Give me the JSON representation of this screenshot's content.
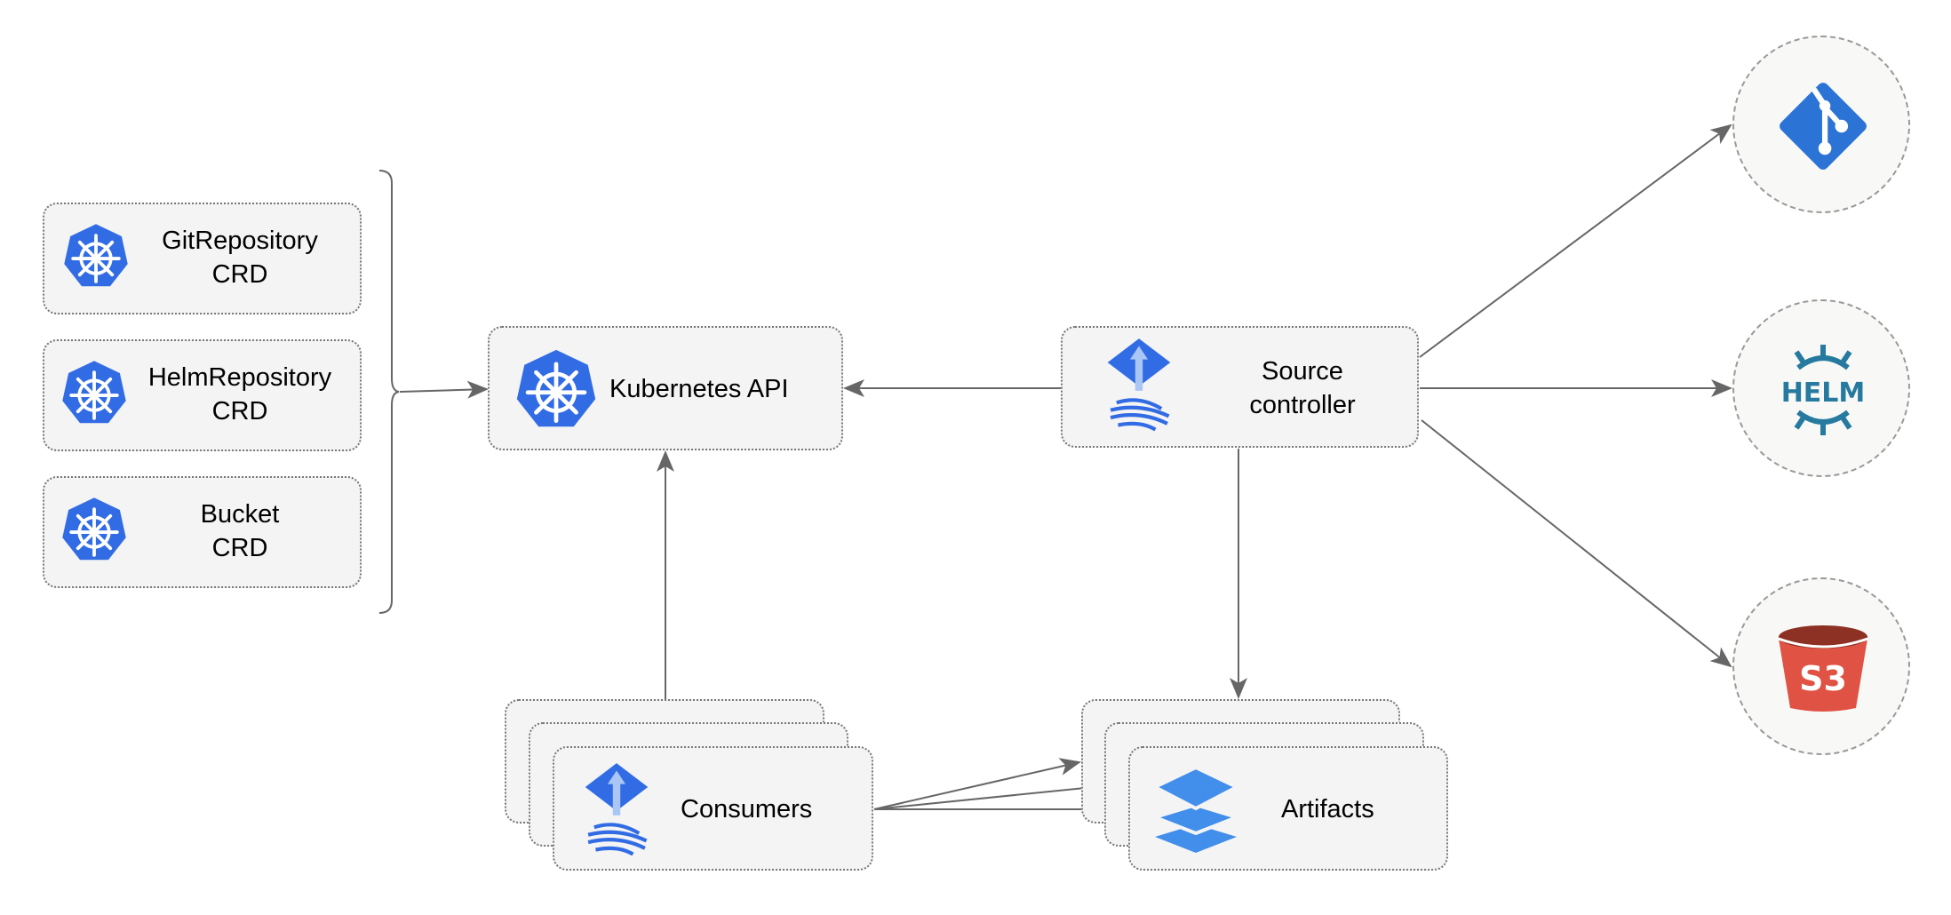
{
  "crds": [
    {
      "line1": "GitRepository",
      "line2": "CRD"
    },
    {
      "line1": "HelmRepository",
      "line2": "CRD"
    },
    {
      "line1": "Bucket",
      "line2": "CRD"
    }
  ],
  "kubernetes_api": {
    "label": "Kubernetes API"
  },
  "source_controller": {
    "line1": "Source",
    "line2": "controller"
  },
  "consumers": {
    "label": "Consumers"
  },
  "artifacts": {
    "label": "Artifacts"
  },
  "sources": {
    "helm_logo": "HELM",
    "s3_logo": "S3"
  },
  "colors": {
    "kubernetes": "#326ce5",
    "flux": "#326ce5",
    "git": "#2b74d6",
    "helm": "#277a9f",
    "s3_body": "#e05243",
    "s3_top": "#8c3123",
    "artifacts": "#418eeb",
    "arrow": "#666666"
  }
}
